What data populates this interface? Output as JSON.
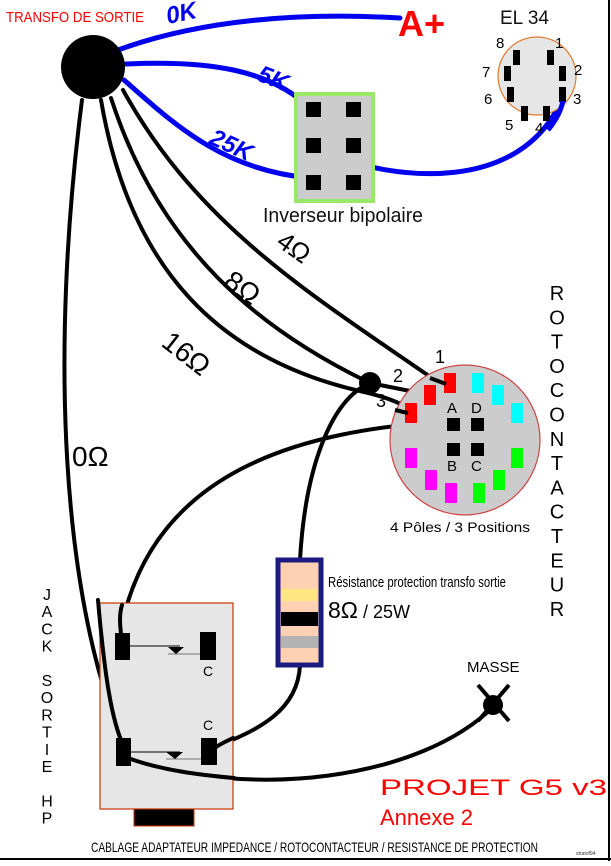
{
  "title": "PROJET G5 v3",
  "subtitle": "Annexe 2",
  "caption": "CABLAGE  ADAPTATEUR IMPEDANCE / ROTOCONTACTEUR / RESISTANCE DE PROTECTION",
  "signature": "stratof94",
  "transformer": {
    "label": "TRANSFO DE SORTIE",
    "taps_blue": [
      "0K",
      "5K",
      "25K"
    ],
    "taps_black": [
      "4Ω",
      "8Ω",
      "16Ω",
      "0Ω"
    ]
  },
  "anode": {
    "label": "A+"
  },
  "tube": {
    "label": "EL 34",
    "pins": [
      "1",
      "2",
      "3",
      "4",
      "5",
      "6",
      "7",
      "8"
    ]
  },
  "switch": {
    "label": "Inverseur bipolaire"
  },
  "rotary": {
    "vertical_label": "ROTOCONTACTEUR",
    "caption": "4 Pôles / 3 Positions",
    "positions": [
      "1",
      "2",
      "3"
    ],
    "poles": [
      "A",
      "B",
      "C",
      "D"
    ]
  },
  "resistor": {
    "label": "Résistance protection transfo sortie",
    "value": "8Ω",
    "power": " / 25W"
  },
  "jack": {
    "vertical_label": "JACK SORTIE HP",
    "contacts": [
      "C",
      "C"
    ]
  },
  "ground": {
    "label": "MASSE"
  },
  "colors": {
    "red": "#ff0000",
    "blue": "#0000ee",
    "green_border": "#99e866",
    "switch_body": "#cccccc",
    "rotary_body": "#cccccc",
    "rotary_border": "#cc4444",
    "tube_body": "#e6e6e6",
    "tube_border": "#e07a30",
    "jack_body": "#e6e6e6",
    "jack_border": "#cc3300",
    "cyan": "#00ffff",
    "magenta": "#ff00ff",
    "green": "#00ff00",
    "resistor_body": "#ffd1b3",
    "resistor_border": "#1a1a80",
    "band_yellow": "#ffe680",
    "band_black": "#000000",
    "band_gray": "#b3b3b3"
  }
}
